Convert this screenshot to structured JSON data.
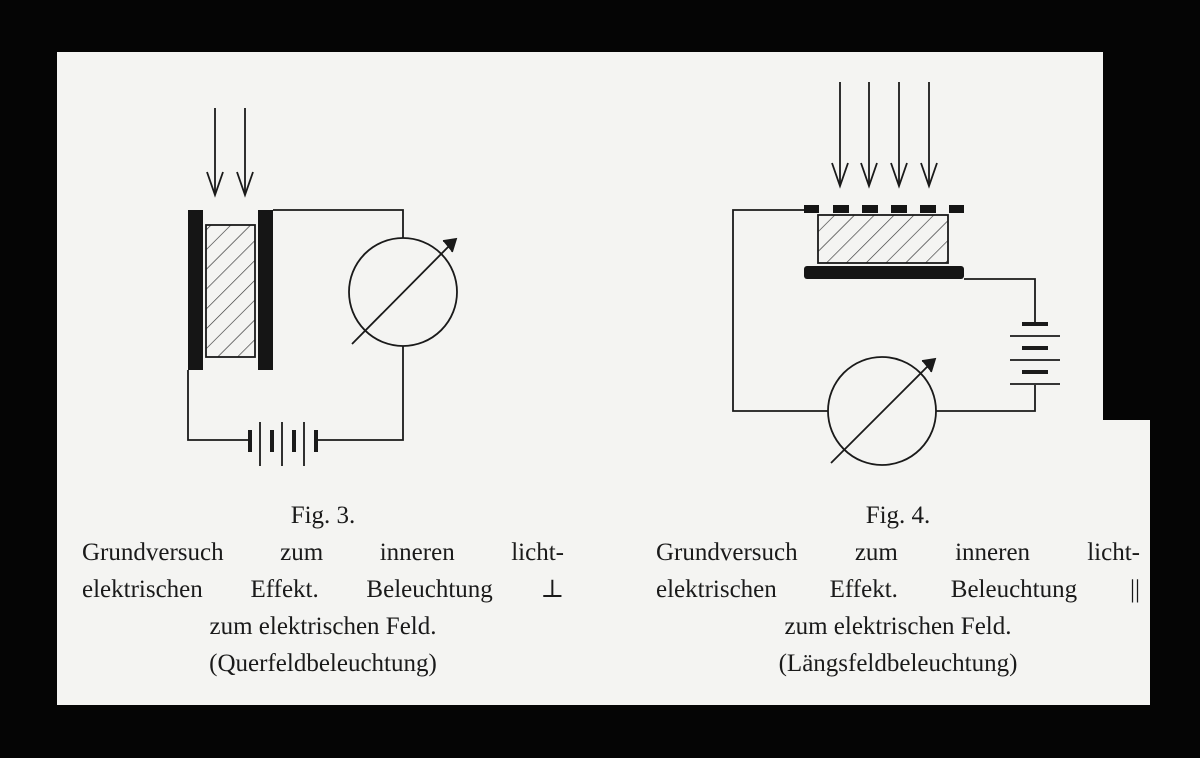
{
  "figures": [
    {
      "label": "Fig. 3.",
      "caption_lines": [
        "Grundversuch zum inneren licht-",
        "elektrischen Effekt. Beleuchtung ⊥",
        "zum elektrischen Feld.",
        "(Querfeldbeleuchtung)"
      ]
    },
    {
      "label": "Fig. 4.",
      "caption_lines": [
        "Grundversuch zum inneren licht-",
        "elektrischen Effekt. Beleuchtung ||",
        "zum elektrischen Feld.",
        "(Längsfeldbeleuchtung)"
      ]
    }
  ],
  "colors": {
    "paper": "#f4f4f2",
    "ink": "#141414",
    "background": "#050505"
  }
}
